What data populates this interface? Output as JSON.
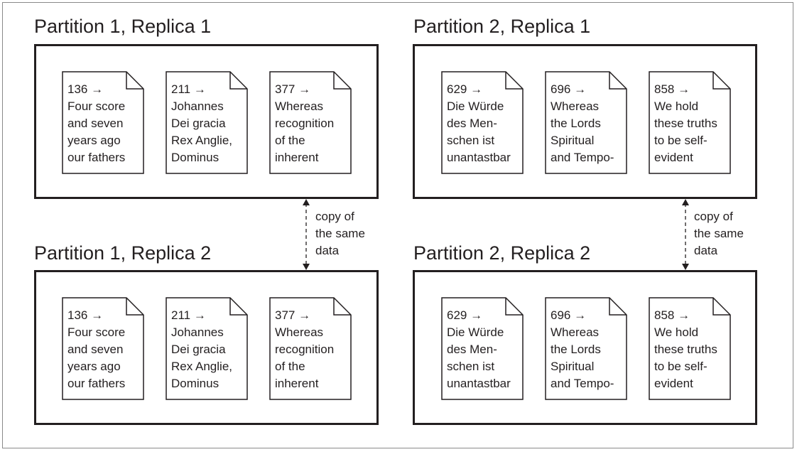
{
  "partitions": [
    {
      "title": "Partition 1, Replica 1",
      "docs": [
        {
          "key": "136",
          "arrow": "→",
          "text": "Four score\nand seven\nyears ago\nour fathers"
        },
        {
          "key": "211",
          "arrow": "→",
          "text": "Johannes\nDei gracia\nRex Anglie,\nDominus"
        },
        {
          "key": "377",
          "arrow": "→",
          "text": "Whereas\nrecognition\nof the\ninherent"
        }
      ]
    },
    {
      "title": "Partition 2, Replica 1",
      "docs": [
        {
          "key": "629",
          "arrow": "→",
          "text": "Die Würde\ndes Men-\nschen ist\nunantastbar"
        },
        {
          "key": "696",
          "arrow": "→",
          "text": "Whereas\nthe Lords\nSpiritual\nand Tempo-"
        },
        {
          "key": "858",
          "arrow": "→",
          "text": "We hold\nthese truths\nto be self-\nevident"
        }
      ]
    },
    {
      "title": "Partition 1, Replica 2",
      "docs": [
        {
          "key": "136",
          "arrow": "→",
          "text": "Four score\nand seven\nyears ago\nour fathers"
        },
        {
          "key": "211",
          "arrow": "→",
          "text": "Johannes\nDei gracia\nRex Anglie,\nDominus"
        },
        {
          "key": "377",
          "arrow": "→",
          "text": "Whereas\nrecognition\nof the\ninherent"
        }
      ]
    },
    {
      "title": "Partition 2, Replica 2",
      "docs": [
        {
          "key": "629",
          "arrow": "→",
          "text": "Die Würde\ndes Men-\nschen ist\nunantastbar"
        },
        {
          "key": "696",
          "arrow": "→",
          "text": "Whereas\nthe Lords\nSpiritual\nand Tempo-"
        },
        {
          "key": "858",
          "arrow": "→",
          "text": "We hold\nthese truths\nto be self-\nevident"
        }
      ]
    }
  ],
  "replication_links": [
    {
      "label": "copy of\nthe same\ndata"
    },
    {
      "label": "copy of\nthe same\ndata"
    }
  ]
}
